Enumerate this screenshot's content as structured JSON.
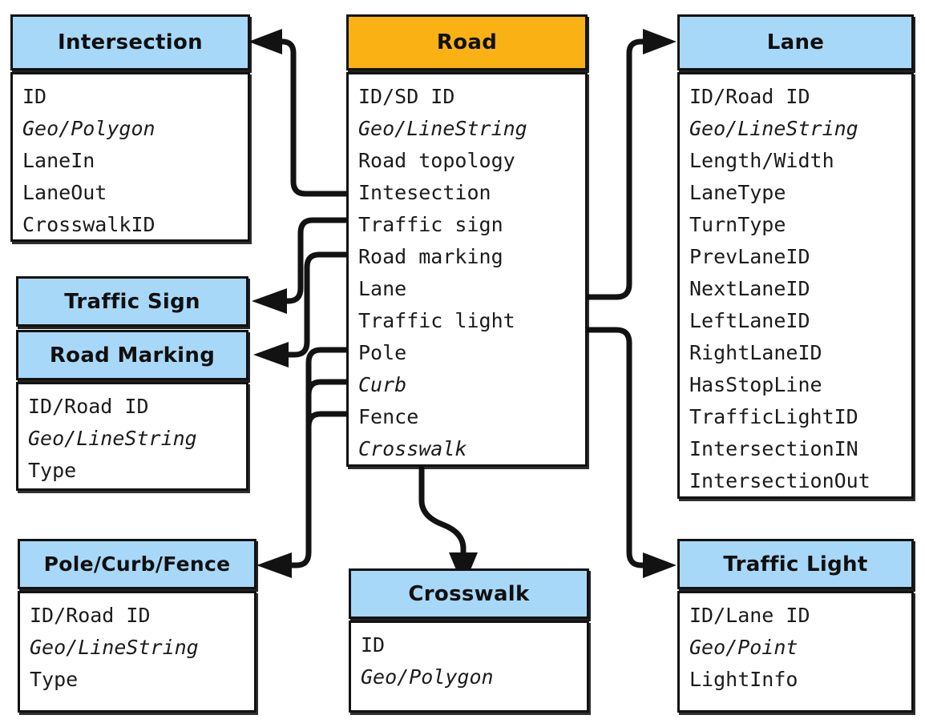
{
  "diagram": {
    "title": "Road network data model entity diagram",
    "colors": {
      "header_blue": "#a8d8f8",
      "header_orange": "#f9b114",
      "stroke": "#121212",
      "body_background": "#ffffff"
    }
  },
  "entities": {
    "intersection": {
      "title": "Intersection",
      "fields": [
        "ID",
        "Geo/Polygon",
        "LaneIn",
        "LaneOut",
        "CrosswalkID"
      ],
      "italic_fields": [
        "Geo/Polygon"
      ]
    },
    "road": {
      "title": "Road",
      "accent": "#f9b114",
      "fields": [
        "ID/SD ID",
        "Geo/LineString",
        "Road topology",
        "Intesection",
        "Traffic sign",
        "Road marking",
        "Lane",
        "Traffic light",
        "Pole",
        "Curb",
        "Fence",
        "Crosswalk"
      ],
      "italic_fields": [
        "Geo/LineString",
        "Curb",
        "Crosswalk"
      ]
    },
    "lane": {
      "title": "Lane",
      "fields": [
        "ID/Road ID",
        "Geo/LineString",
        "Length/Width",
        "LaneType",
        "TurnType",
        "PrevLaneID",
        "NextLaneID",
        "LeftLaneID",
        "RightLaneID",
        "HasStopLine",
        "TrafficLightID",
        "IntersectionIN",
        "IntersectionOut"
      ],
      "italic_fields": [
        "Geo/LineString"
      ]
    },
    "traffic_sign": {
      "title": "Traffic Sign"
    },
    "road_marking": {
      "title": "Road Marking",
      "fields": [
        "ID/Road ID",
        "Geo/LineString",
        "Type"
      ],
      "italic_fields": [
        "Geo/LineString"
      ]
    },
    "pole_curb_fence": {
      "title": "Pole/Curb/Fence",
      "fields": [
        "ID/Road ID",
        "Geo/LineString",
        "Type"
      ],
      "italic_fields": [
        "Geo/LineString"
      ]
    },
    "crosswalk": {
      "title": "Crosswalk",
      "fields": [
        "ID",
        "Geo/Polygon"
      ],
      "italic_fields": [
        "Geo/Polygon"
      ]
    },
    "traffic_light": {
      "title": "Traffic Light",
      "fields": [
        "ID/Lane ID",
        "Geo/Point",
        "LightInfo"
      ],
      "italic_fields": [
        "Geo/Point"
      ]
    }
  },
  "connections": [
    {
      "from": "road.Intesection",
      "to": "intersection",
      "name": "road-to-intersection"
    },
    {
      "from": "road.Traffic sign",
      "to": "traffic_sign",
      "name": "road-to-traffic-sign"
    },
    {
      "from": "road.Road marking",
      "to": "road_marking",
      "name": "road-to-road-marking"
    },
    {
      "from": "road.Lane",
      "to": "lane",
      "name": "road-to-lane"
    },
    {
      "from": "road.Traffic light",
      "to": "traffic_light",
      "name": "road-to-traffic-light"
    },
    {
      "from": "road.Pole",
      "to": "pole_curb_fence",
      "name": "road-to-pole"
    },
    {
      "from": "road.Curb",
      "to": "pole_curb_fence",
      "name": "road-to-curb"
    },
    {
      "from": "road.Fence",
      "to": "pole_curb_fence",
      "name": "road-to-fence"
    },
    {
      "from": "road.Crosswalk",
      "to": "crosswalk",
      "name": "road-to-crosswalk"
    }
  ]
}
